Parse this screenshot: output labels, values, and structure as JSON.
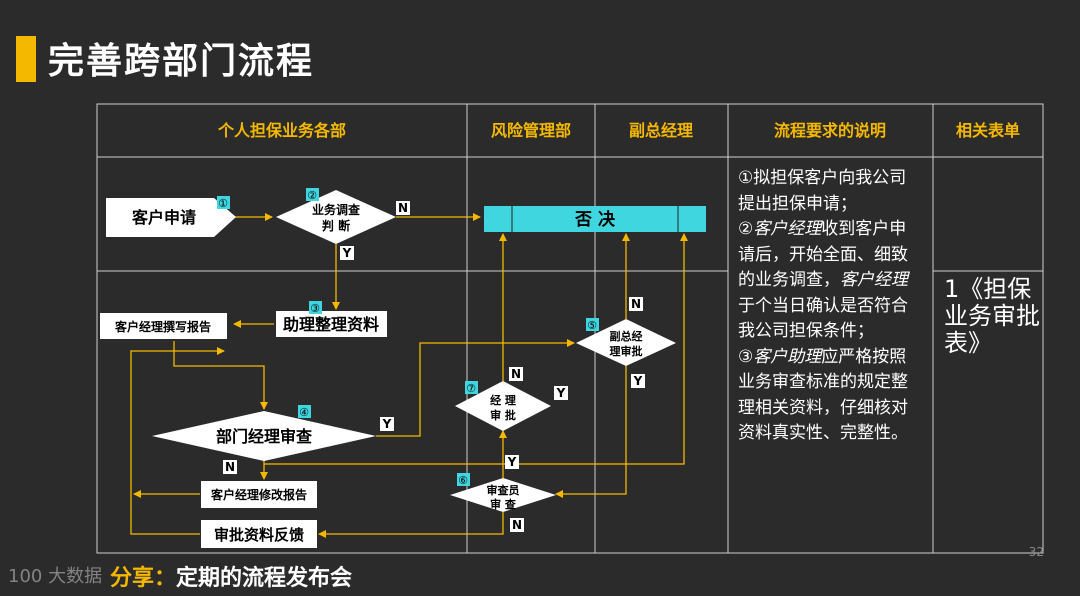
{
  "title": "完善跨部门流程",
  "columns": [
    "个人担保业务各部",
    "风险管理部",
    "副总经理",
    "流程要求的说明",
    "相关表单"
  ],
  "nodes": {
    "customer_apply": "客户申请",
    "investigate_1": "业务调查",
    "investigate_2": "判 断",
    "reject": "否   决",
    "assistant": "助理整理资料",
    "write_report": "客户经理撰写报告",
    "vp_1": "副总经",
    "vp_2": "理审批",
    "manager_1": "经 理",
    "manager_2": "审 批",
    "dept_review": "部门经理审查",
    "revise_report": "客户经理修改报告",
    "auditor_1": "审查员",
    "auditor_2": "审 查",
    "feedback": "审批资料反馈"
  },
  "steps": [
    "①",
    "②",
    "③",
    "④",
    "⑤",
    "⑥",
    "⑦"
  ],
  "yes": "Y",
  "no": "N",
  "description": [
    {
      "p1": "①拟担保客户向我公司提出担保申请；"
    },
    {
      "p1": "②",
      "em": "客户经理",
      "p2": "收到客户申请后，开始全面、细致的业务调查，",
      "em2": "客户经理",
      "p3": "于个当日确认是否符合我公司担保条件；"
    },
    {
      "p1": "③",
      "em": "客户助理",
      "p2": "应严格按照业务审查标准的规定整理相关资料，仔细核对资料真实性、完整性。"
    }
  ],
  "forms": "1《担保业务审批表》",
  "footer_label": "分享：",
  "footer_text": "定期的流程发布会",
  "logo": "100 大数据",
  "page_number": "32"
}
